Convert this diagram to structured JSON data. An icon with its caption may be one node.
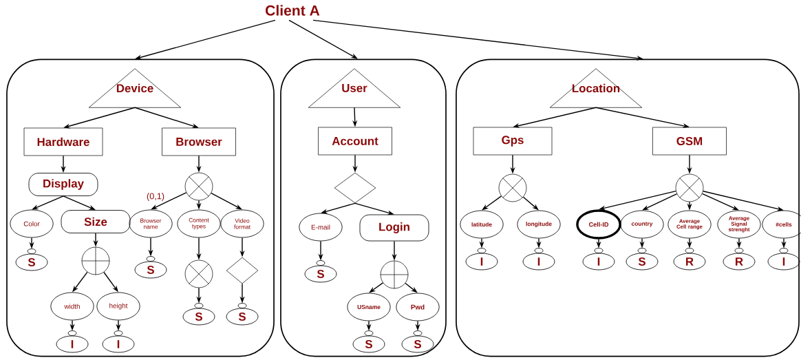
{
  "diagram": {
    "nodes": [
      {
        "text": [
          "Client A"
        ]
      },
      {
        "text": [],
        "shape": "box"
      },
      {
        "text": [
          "Device"
        ],
        "in": 1
      },
      {
        "text": [
          "Hardware"
        ],
        "in": 1
      },
      {
        "text": [
          "Browser"
        ],
        "in": 1
      },
      {
        "text": [
          "Display"
        ],
        "in": 1
      },
      {
        "text": [
          "Color"
        ],
        "in": 1
      },
      {
        "text": [
          "Size"
        ],
        "in": 1
      },
      {
        "text": [],
        "shape": "circle",
        "in": 1
      },
      {
        "text": [
          "S"
        ],
        "in": 1
      },
      {
        "text": [],
        "shape": "circle",
        "in": 1
      },
      {
        "text": [
          "Browser name"
        ],
        "beside": [
          "(0,1)"
        ],
        "in": 1
      },
      {
        "text": [
          "Content types"
        ],
        "in": 1
      },
      {
        "text": [
          "Video format"
        ],
        "in": 1
      },
      {
        "text": [
          "S"
        ],
        "in": 1
      },
      {
        "text": [],
        "shape": "circle",
        "in": 1
      },
      {
        "text": [],
        "shape": "diamond",
        "in": 1
      },
      {
        "text": [
          "width"
        ],
        "in": 1
      },
      {
        "text": [
          "height"
        ],
        "in": 1
      },
      {
        "text": [
          "S"
        ],
        "in": 1
      },
      {
        "text": [
          "S"
        ],
        "in": 1
      },
      {
        "text": [
          "I"
        ],
        "in": 1
      },
      {
        "text": [
          "I"
        ],
        "in": 1
      },
      {
        "text": [],
        "shape": "box"
      },
      {
        "text": [
          "User"
        ],
        "in": 23
      },
      {
        "text": [
          "Account"
        ],
        "in": 23
      },
      {
        "text": [],
        "shape": "diamond",
        "in": 23
      },
      {
        "text": [
          "E-mail"
        ],
        "in": 23
      },
      {
        "text": [
          "Login"
        ],
        "in": 23
      },
      {
        "text": [
          "S"
        ],
        "in": 23
      },
      {
        "text": [],
        "shape": "circle",
        "in": 23
      },
      {
        "text": [
          "USname"
        ],
        "in": 23
      },
      {
        "text": [
          "Pwd"
        ],
        "in": 23
      },
      {
        "text": [
          "S"
        ],
        "in": 23
      },
      {
        "text": [
          "S"
        ],
        "in": 23
      },
      {
        "text": [],
        "shape": "box"
      },
      {
        "text": [
          "Location"
        ],
        "in": 35
      },
      {
        "text": [
          "Gps"
        ],
        "in": 35
      },
      {
        "text": [
          "GSM"
        ],
        "in": 35
      },
      {
        "text": [],
        "shape": "circle",
        "in": 35
      },
      {
        "text": [],
        "shape": "circle",
        "in": 35
      },
      {
        "text": [
          "latitude"
        ],
        "in": 35
      },
      {
        "text": [
          "longitude"
        ],
        "in": 35
      },
      {
        "text": [
          "Cell-ID"
        ],
        "in": 35
      },
      {
        "text": [
          "country"
        ],
        "in": 35
      },
      {
        "text": [
          "Average Cell range"
        ],
        "in": 35
      },
      {
        "text": [
          "Average Signal strenght"
        ],
        "in": 35
      },
      {
        "text": [
          "#cells"
        ],
        "in": 35
      },
      {
        "text": [
          "I"
        ],
        "in": 35
      },
      {
        "text": [
          "I"
        ],
        "in": 35
      },
      {
        "text": [
          "I"
        ],
        "in": 35
      },
      {
        "text": [
          "S"
        ],
        "in": 35
      },
      {
        "text": [
          "R"
        ],
        "in": 35
      },
      {
        "text": [
          "R"
        ],
        "in": 35
      },
      {
        "text": [
          "I"
        ],
        "in": 35
      }
    ],
    "edges": [
      {
        "from": 0,
        "to": 1,
        "arrow": "to"
      },
      {
        "from": 0,
        "to": 23,
        "arrow": "to"
      },
      {
        "from": 0,
        "to": 35,
        "arrow": "to"
      },
      {
        "from": 2,
        "to": 3,
        "arrow": "to"
      },
      {
        "from": 2,
        "to": 4,
        "arrow": "to"
      },
      {
        "from": 3,
        "to": 5,
        "arrow": "to"
      },
      {
        "from": 4,
        "to": 8,
        "arrow": "to"
      },
      {
        "from": 5,
        "to": 6,
        "arrow": "to"
      },
      {
        "from": 5,
        "to": 7,
        "arrow": "to"
      },
      {
        "from": 6,
        "to": 9,
        "arrow": "to"
      },
      {
        "from": 7,
        "to": 10,
        "arrow": "to"
      },
      {
        "from": 8,
        "to": 11,
        "arrow": "to"
      },
      {
        "from": 8,
        "to": 12,
        "arrow": "to"
      },
      {
        "from": 8,
        "to": 13,
        "arrow": "to"
      },
      {
        "from": 11,
        "to": 14,
        "arrow": "to"
      },
      {
        "from": 12,
        "to": 15,
        "arrow": "to"
      },
      {
        "from": 13,
        "to": 16,
        "arrow": "to"
      },
      {
        "from": 10,
        "to": 17,
        "arrow": "to"
      },
      {
        "from": 10,
        "to": 18,
        "arrow": "to"
      },
      {
        "from": 15,
        "to": 19,
        "arrow": "to"
      },
      {
        "from": 16,
        "to": 20,
        "arrow": "to"
      },
      {
        "from": 17,
        "to": 21,
        "arrow": "to"
      },
      {
        "from": 18,
        "to": 22,
        "arrow": "to"
      },
      {
        "from": 24,
        "to": 25,
        "arrow": "to"
      },
      {
        "from": 25,
        "to": 26,
        "arrow": "to"
      },
      {
        "from": 26,
        "to": 27,
        "arrow": "to"
      },
      {
        "from": 26,
        "to": 28,
        "arrow": "to"
      },
      {
        "from": 27,
        "to": 29,
        "arrow": "to"
      },
      {
        "from": 28,
        "to": 30,
        "arrow": "to"
      },
      {
        "from": 30,
        "to": 31,
        "arrow": "to"
      },
      {
        "from": 30,
        "to": 32,
        "arrow": "to"
      },
      {
        "from": 31,
        "to": 33,
        "arrow": "to"
      },
      {
        "from": 32,
        "to": 34,
        "arrow": "to"
      },
      {
        "from": 36,
        "to": 37,
        "arrow": "to"
      },
      {
        "from": 36,
        "to": 38,
        "arrow": "to"
      },
      {
        "from": 37,
        "to": 39,
        "arrow": "to"
      },
      {
        "from": 38,
        "to": 40,
        "arrow": "to"
      },
      {
        "from": 39,
        "to": 41,
        "arrow": "to"
      },
      {
        "from": 39,
        "to": 42,
        "arrow": "to"
      },
      {
        "from": 40,
        "to": 43,
        "arrow": "to"
      },
      {
        "from": 40,
        "to": 44,
        "arrow": "to"
      },
      {
        "from": 40,
        "to": 45,
        "arrow": "to"
      },
      {
        "from": 40,
        "to": 46,
        "arrow": "to"
      },
      {
        "from": 40,
        "to": 47,
        "arrow": "to"
      },
      {
        "from": 41,
        "to": 48,
        "arrow": "to"
      },
      {
        "from": 42,
        "to": 49,
        "arrow": "to"
      },
      {
        "from": 43,
        "to": 50,
        "arrow": "to"
      },
      {
        "from": 44,
        "to": 51,
        "arrow": "to"
      },
      {
        "from": 45,
        "to": 52,
        "arrow": "to"
      },
      {
        "from": 46,
        "to": 53,
        "arrow": "to"
      },
      {
        "from": 47,
        "to": 54,
        "arrow": "to"
      }
    ]
  }
}
